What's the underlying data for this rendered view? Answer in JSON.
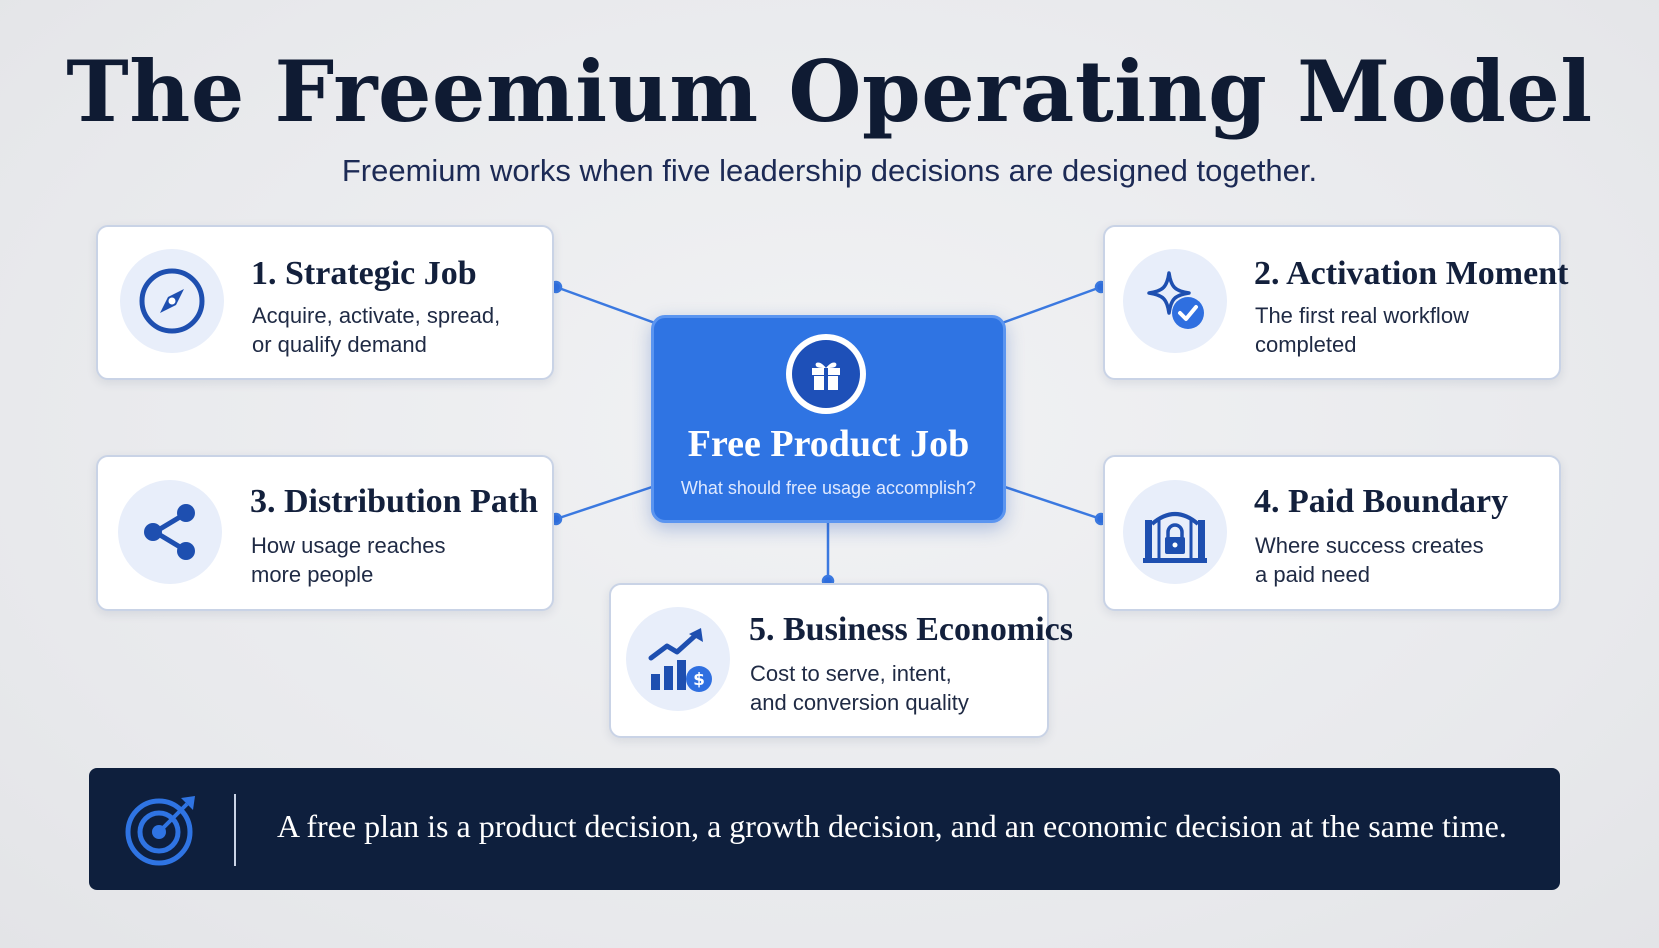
{
  "title": "The Freemium Operating Model",
  "subtitle": "Freemium works when five leadership decisions are designed together.",
  "center": {
    "icon": "gift-icon",
    "title": "Free Product Job",
    "subtitle": "What should free usage accomplish?"
  },
  "cards": [
    {
      "icon": "compass-icon",
      "title": "1. Strategic Job",
      "line1": "Acquire, activate, spread,",
      "line2": "or qualify demand"
    },
    {
      "icon": "sparkle-check-icon",
      "title": "2. Activation Moment",
      "line1": "The first real workflow",
      "line2": "completed"
    },
    {
      "icon": "share-icon",
      "title": "3. Distribution Path",
      "line1": "How usage reaches",
      "line2": "more people"
    },
    {
      "icon": "gate-lock-icon",
      "title": "4. Paid Boundary",
      "line1": "Where success creates",
      "line2": "a paid need"
    },
    {
      "icon": "growth-chart-dollar-icon",
      "title": "5. Business Economics",
      "line1": "Cost to serve, intent,",
      "line2": "and conversion quality"
    }
  ],
  "banner": {
    "icon": "target-icon",
    "text": "A free plan is a product decision, a growth decision, and an economic decision at the same time."
  },
  "colors": {
    "accent": "#2f74e3",
    "navy": "#0e1f3d",
    "icon_blue": "#1e4fb0"
  }
}
